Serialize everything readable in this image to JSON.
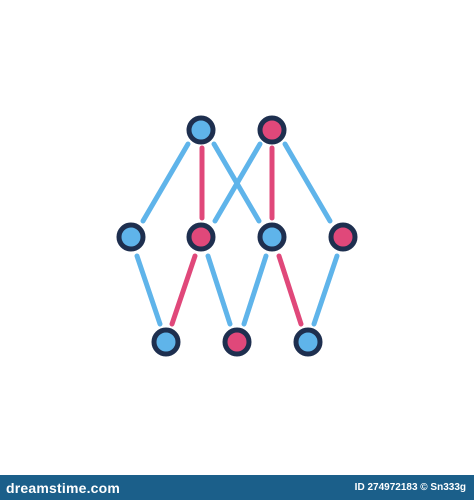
{
  "footer": {
    "logo": "dreamstime.com",
    "id_text": "ID 274972183 © Sn333g"
  },
  "colors": {
    "navy": "#1e2f4f",
    "blue": "#5fb4ea",
    "pink": "#e0487a",
    "footer_bg": "#1b5f8a"
  },
  "icon": {
    "name": "network-diagram-icon",
    "nodes": [
      {
        "id": "top-left",
        "fill": "blue"
      },
      {
        "id": "top-right",
        "fill": "pink"
      },
      {
        "id": "mid-1",
        "fill": "blue"
      },
      {
        "id": "mid-2",
        "fill": "pink"
      },
      {
        "id": "mid-3",
        "fill": "blue"
      },
      {
        "id": "mid-4",
        "fill": "pink"
      },
      {
        "id": "bottom-1",
        "fill": "blue"
      },
      {
        "id": "bottom-2",
        "fill": "pink"
      },
      {
        "id": "bottom-3",
        "fill": "blue"
      }
    ]
  }
}
